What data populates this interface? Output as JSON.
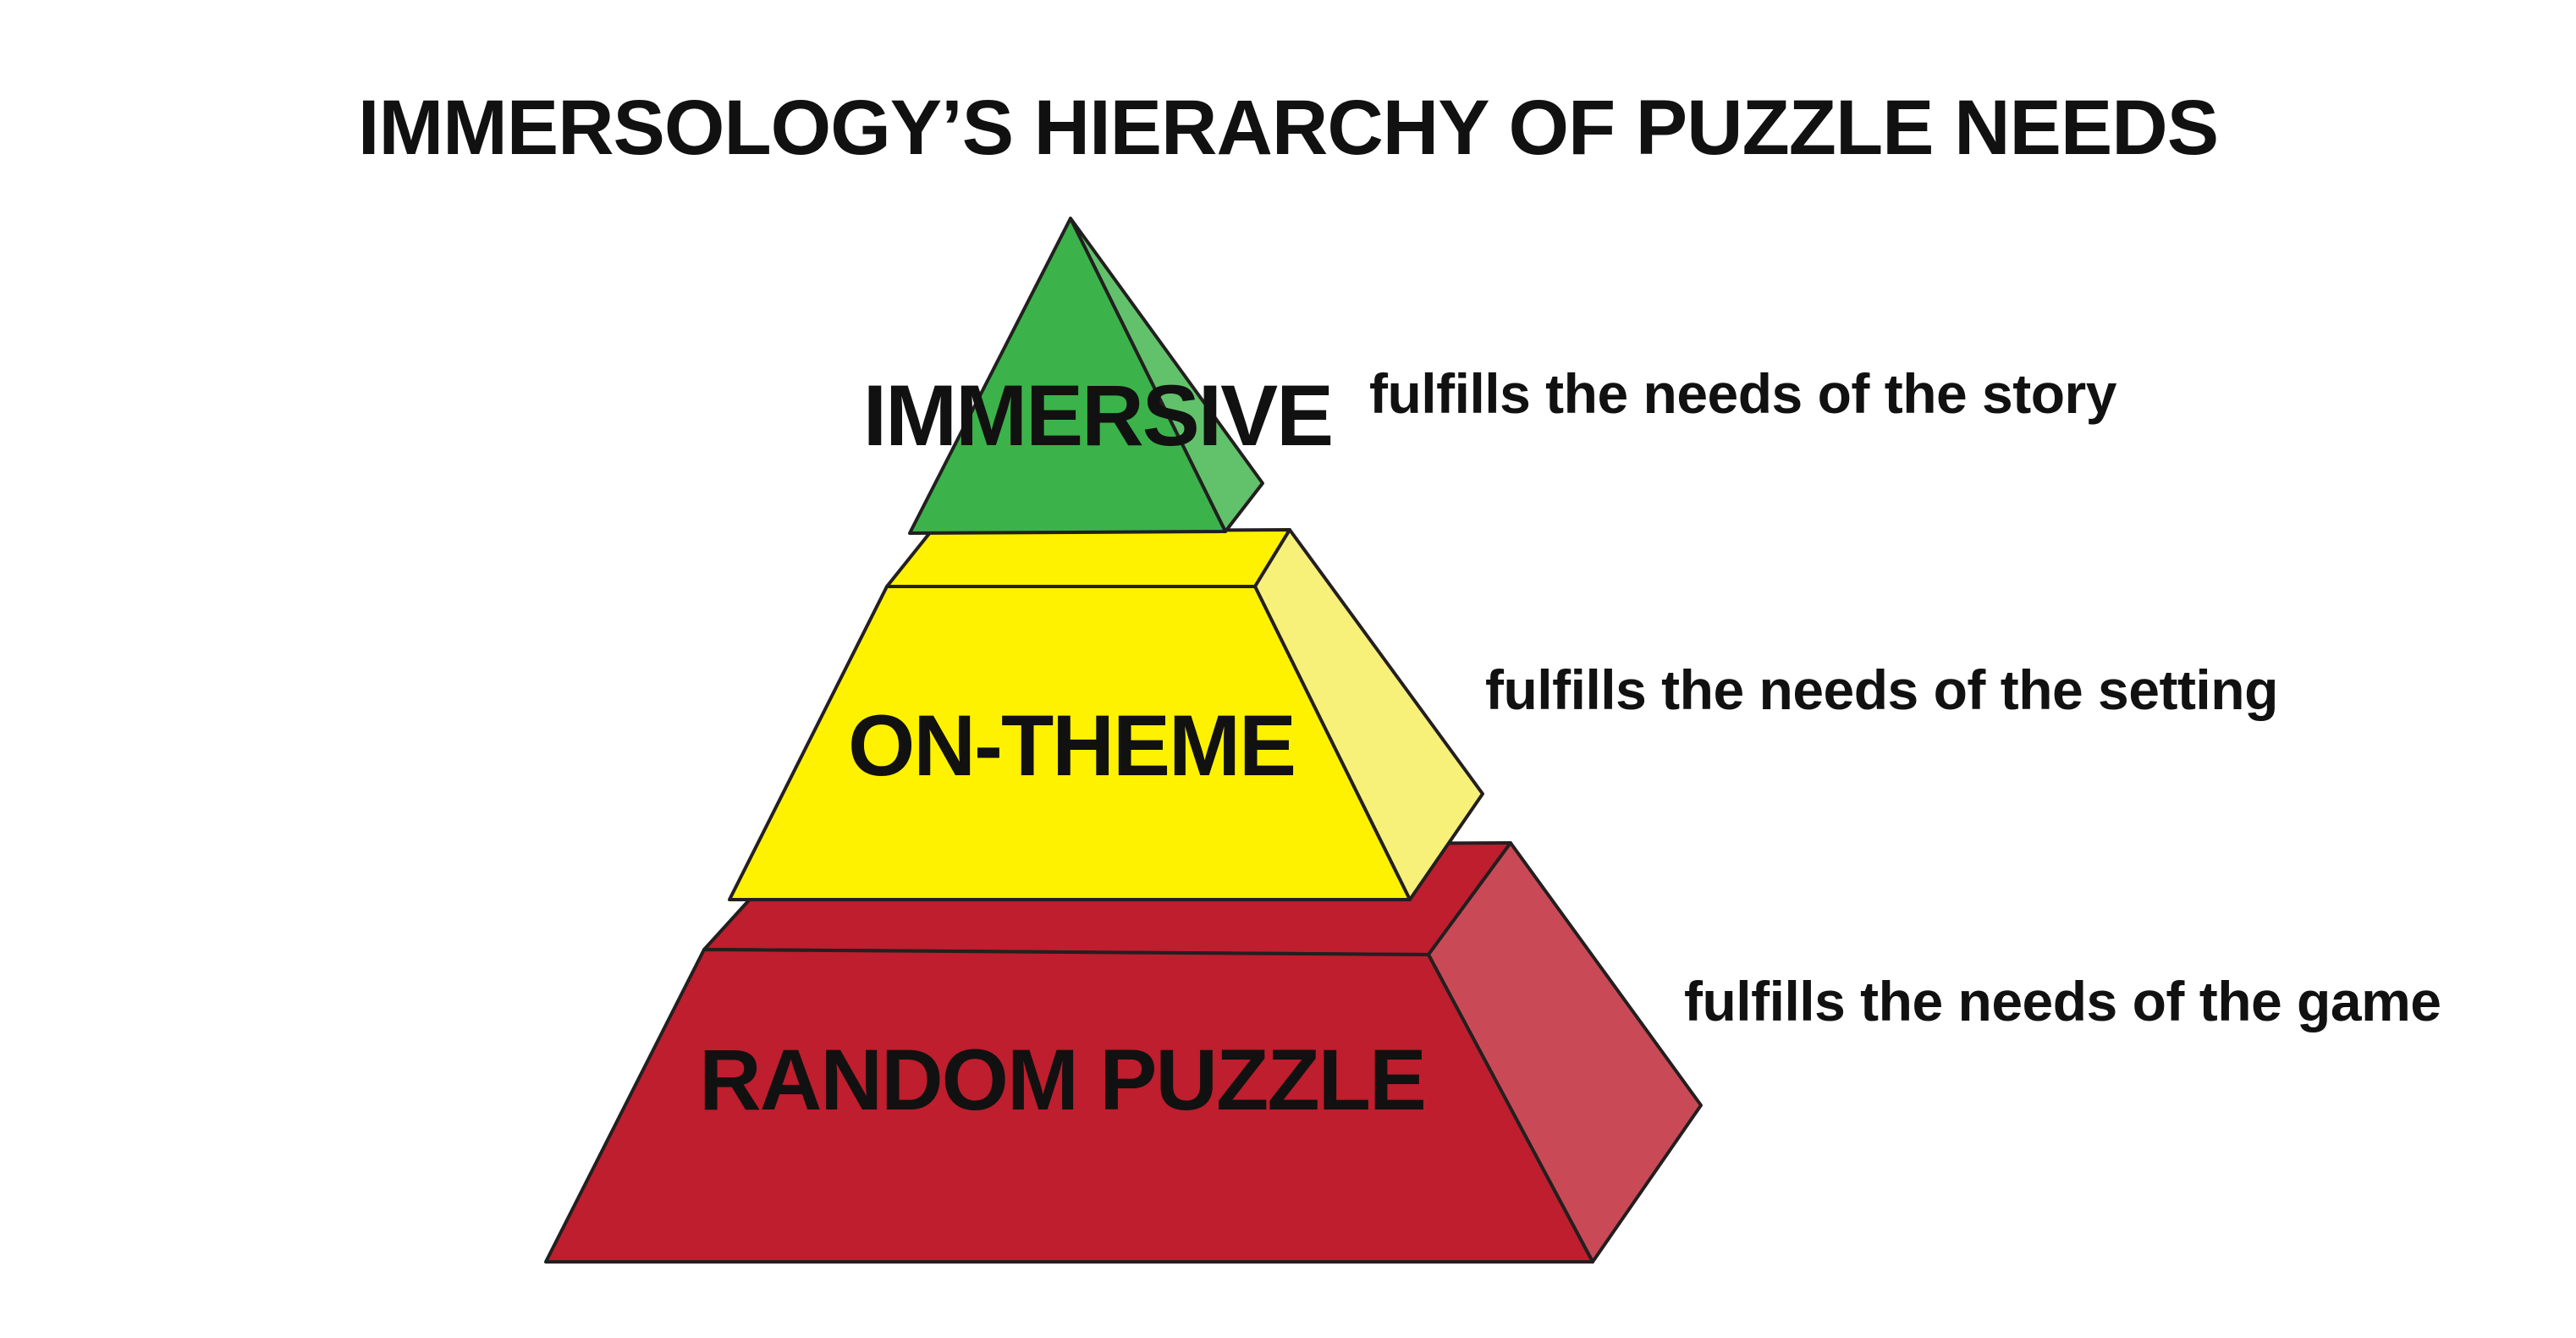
{
  "title": "IMMERSOLOGY’S HIERARCHY OF PUZZLE NEEDS",
  "colors": {
    "green_front": "#3bb34a",
    "green_side": "#62c26b",
    "yellow_front": "#fff200",
    "yellow_side": "#f7f17a",
    "red_front": "#be1e2d",
    "red_side": "#c94a56",
    "outline": "#231f20",
    "text": "#111111"
  },
  "tiers": [
    {
      "id": "immersive",
      "label": "IMMERSIVE",
      "description": "fulfills the needs of the story"
    },
    {
      "id": "on-theme",
      "label": "ON-THEME",
      "description": "fulfills the needs of the setting"
    },
    {
      "id": "random-puzzle",
      "label": "RANDOM PUZZLE",
      "description": "fulfills the needs of the game"
    }
  ]
}
